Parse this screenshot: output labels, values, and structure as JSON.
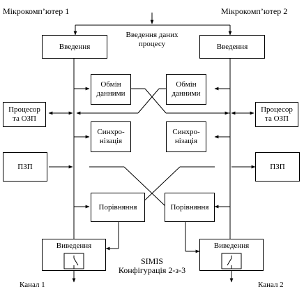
{
  "computers": {
    "left_title": "Мікрокомп’ютер 1",
    "right_title": "Мікрокомп’ютер 2"
  },
  "process_input": {
    "line1": "Введення даних",
    "line2": "процесу"
  },
  "blocks": {
    "input_left": "Введення",
    "input_right": "Введення",
    "exchange_left_1": "Обмін",
    "exchange_left_2": "данними",
    "exchange_right_1": "Обмін",
    "exchange_right_2": "данними",
    "cpu_left_1": "Процесор",
    "cpu_left_2": "та ОЗП",
    "cpu_right_1": "Процесор",
    "cpu_right_2": "та ОЗП",
    "sync_left_1": "Синхро-",
    "sync_left_2": "нізація",
    "sync_right_1": "Синхро-",
    "sync_right_2": "нізація",
    "rom_left": "ПЗП",
    "rom_right": "ПЗП",
    "compare_left": "Порівняння",
    "compare_right": "Порівняння",
    "output_left": "Виведення",
    "output_right": "Виведення"
  },
  "caption": {
    "line1": "SIMIS",
    "line2": "Конфігурація 2-з-3"
  },
  "channels": {
    "left": "Канал 1",
    "right": "Канал 2"
  }
}
